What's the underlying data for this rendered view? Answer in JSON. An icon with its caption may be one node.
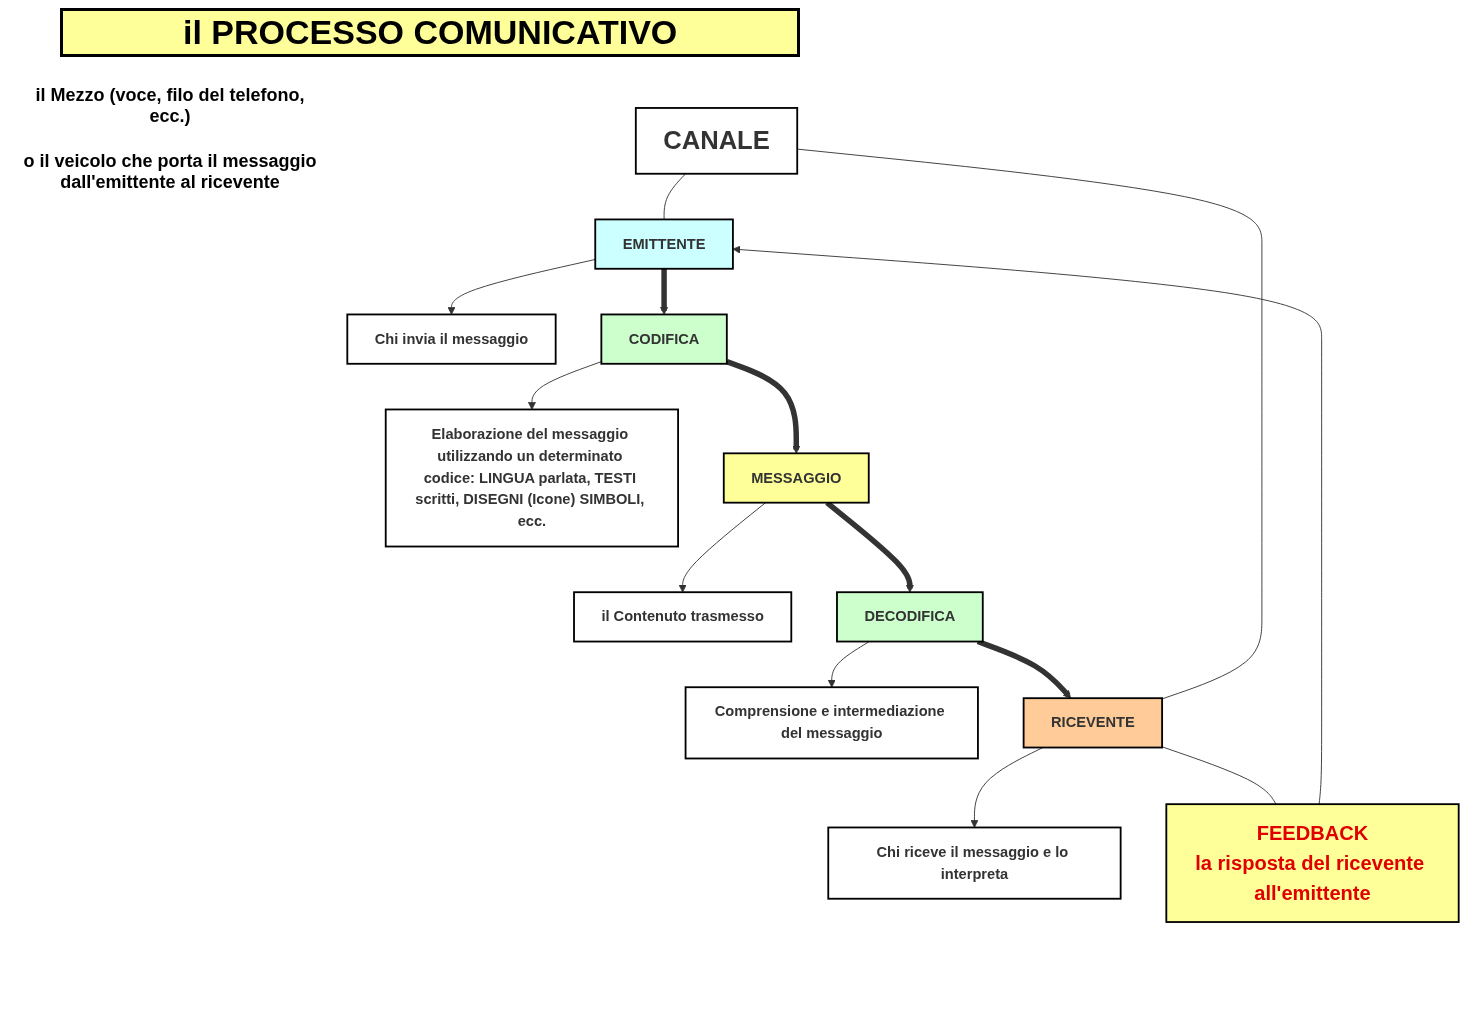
{
  "diagram": {
    "title": "il PROCESSO COMUNICATIVO",
    "nodes": [
      {
        "text": [
          "EMITTENTE"
        ]
      },
      {
        "text": [
          "CODIFICA"
        ]
      },
      {
        "text": [
          "MESSAGGIO"
        ]
      },
      {
        "text": [
          "DECODIFICA"
        ]
      },
      {
        "text": [
          "RICEVENTE"
        ]
      },
      {
        "text": [
          "Chi invia il messaggio"
        ]
      },
      {
        "text": [
          "Elaborazione del messaggio utilizzando un determinato codice: LINGUA parlata, TESTI scritti, DISEGNI (Icone) SIMBOLI, ecc."
        ]
      },
      {
        "text": [
          "il Contenuto trasmesso"
        ]
      },
      {
        "text": [
          "Comprensione e intermediazione del messaggio"
        ]
      },
      {
        "text": [
          "Chi riceve il messaggio e lo interpreta"
        ]
      },
      {
        "text": [
          "CANALE"
        ]
      },
      {
        "text": [
          "FEEDBACK",
          "la risposta del ricevente all'emittente"
        ]
      }
    ],
    "edges": [
      {
        "from": 0,
        "to": 1,
        "arrow": "to",
        "style": "thick"
      },
      {
        "from": 1,
        "to": 2,
        "arrow": "to",
        "style": "thick"
      },
      {
        "from": 2,
        "to": 3,
        "arrow": "to",
        "style": "thick"
      },
      {
        "from": 3,
        "to": 4,
        "arrow": "to",
        "style": "thick"
      },
      {
        "from": 0,
        "to": 5,
        "arrow": "to"
      },
      {
        "from": 1,
        "to": 6,
        "arrow": "to"
      },
      {
        "from": 2,
        "to": 7,
        "arrow": "to"
      },
      {
        "from": 3,
        "to": 8,
        "arrow": "to"
      },
      {
        "from": 4,
        "to": 9,
        "arrow": "to"
      },
      {
        "from": 10,
        "to": 0,
        "arrow": "none"
      },
      {
        "from": 10,
        "to": 4,
        "arrow": "none"
      },
      {
        "from": 4,
        "to": 11,
        "arrow": "none"
      },
      {
        "from": 11,
        "to": 0,
        "arrow": "to"
      }
    ],
    "labels": [
      "il Mezzo (voce, filo del telefono, ecc.)",
      "o il veicolo che porta il messaggio dall'emittente al ricevente"
    ]
  }
}
